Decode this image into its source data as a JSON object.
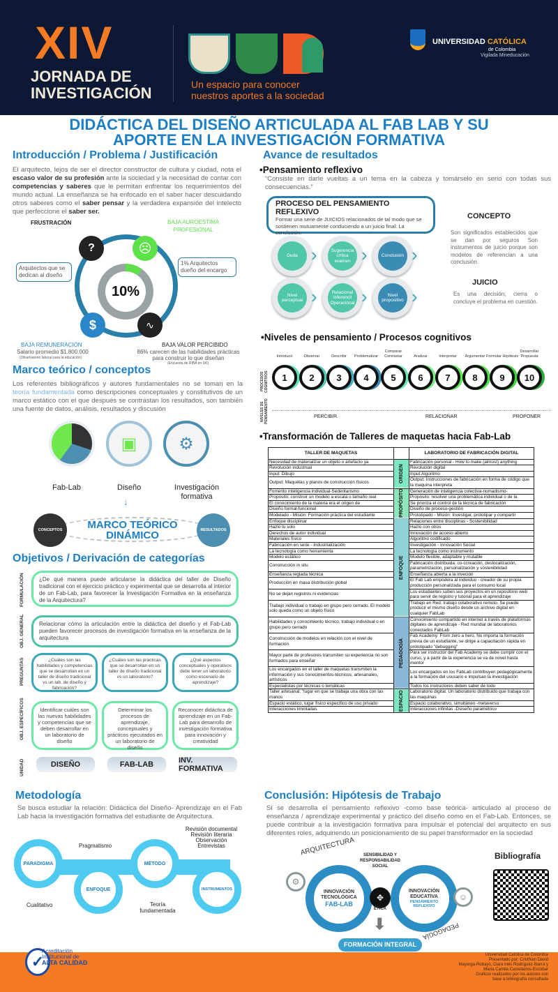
{
  "header": {
    "edition": "XIV",
    "event": "JORNADA DE INVESTIGACIÓN",
    "event_line1": "JORNADA DE",
    "event_line2": "INVESTIGACIÓN",
    "tagline_1": "Un espacio para conocer",
    "tagline_2": "nuestros aportes a la sociedad",
    "university_1": "UNIVERSIDAD",
    "university_2": "CATÓLICA",
    "university_3": "de Colombia",
    "vigilada": "Vigilada Mineducación"
  },
  "title": {
    "line1": "DIDÁCTICA DEL DISEÑO ARTICULADA AL FAB LAB Y SU",
    "line2": "APORTE EN LA INVESTIGACIÓN FORMATIVA"
  },
  "intro": {
    "heading": "Introducción / Problema / Justificación",
    "t1": "El arquitecto, lejos de ser el director constructor de cultura y ciudad, nota el ",
    "b1": "escaso valor de su profesión",
    "t2": " ante la sociedad y la necesidad de contar con ",
    "b2": "competencias y saberes",
    "t3": " que le permitan enfrentar los requerimientos del mundo actual. La enseñanza se ha enfocado  en el saber hacer descuidando otros saberes como el ",
    "b3": "saber pensar",
    "t4": " y la verdadera expansión del intelecto que perfeccione el ",
    "b4": "saber ser.",
    "frustracion": "FRUSTRACIÓN",
    "autoestima_1": "BAJA AUROESTIMA",
    "autoestima_2": "PROFESIONAL",
    "center_value": "10%",
    "center_fraction": 0.1,
    "left_callout": "Arquitectos que se dedican al diseño",
    "right_callout": "1% Arquitectos dueño del encargo",
    "remuneracion": "BAJA REMUNERACIÓN",
    "salario": "Salario promedio $1.800.000",
    "salario_src": "(Observatorio laboral para la educación)",
    "valor": "BAJA VALOR PERCIBIDO",
    "valor_desc": "86% carecen de las habilidades prácticas para construir lo que diseñan",
    "valor_src": "(Encuesta de RIBA en UK)"
  },
  "marco": {
    "heading": "Marco teórico / conceptos",
    "t1": "Los referentes bibliográficos y autores fundamentales no se toman en la ",
    "link": "teoría fundamentada",
    "t2": " como descripciones conceptuales y constitutivos de un marco estático con el que después se contrastan los resultados, son también una fuente de datos, análisis, resultados y discusión",
    "fablab": "Fab-Lab",
    "diseno": "Diseño",
    "investigacion": "Investigación formativa",
    "conceptos": "CONCEPTOS",
    "resultados": "RESULTADOS",
    "dinamico_1": "MARCO TEÓRICO",
    "dinamico_2": "DINÁMICO"
  },
  "objetivos": {
    "heading": "Objetivos / Derivación de categorías",
    "labels": {
      "formulacion": "FORMULACIÓN",
      "general": "OBJ. GENERAL",
      "preguntas": "PREGUNTAS",
      "especificos": "OBJ. ESPECÍFICOS",
      "unidad": "UNIDAD"
    },
    "formulacion": "¿De qué manera puede articularse la didáctica del taller de Diseño tradicional con el ejercicio práctico y experimental que se desarrolla al interior de un Fab-Lab, para favorecer la Investigación Formativa en la enseñanza de la Arquitectura?",
    "general": "Relacionar cómo la articulación entre la didáctica del diseño y el Fab-Lab pueden favorecer procesos de investigación formativa en la enseñanza de la arquitectura",
    "preguntas": [
      "¿Cuáles son las habilidades y competencias que se desarrollan en un taller de diseño tradicional vs un lab. de diseño y fabricación?",
      "¿Cuáles son las prácticas que se desarrollan en un taller de diseño tradicional vs un laboratorio?",
      "¿Qué aspectos conceptuales y operativos debe tener un laboratorio como escenario de aprendizaje?"
    ],
    "especificos": [
      "Identificar cuáles son las nuevas habilidades y competencias que se deben desarrollar en un laboratorio de diseño",
      "Determinar los procesos de aprendizaje, conceptuales y prácticos ejecutados en un laboratorio de diseño",
      "Reconocer didáctica de aprendizaje en un Fab-Lab para desarrollo de  investigación formativa para innovación y creatividad"
    ],
    "unidades": [
      "DISEÑO",
      "FAB-LAB",
      "INV. FORMATIVA"
    ]
  },
  "metodologia": {
    "heading": "Metodología",
    "text": "Se busca estudiar la relación: Didáctica del Diseño- Aprendizaje en el Fab Lab hacia la investigación formativa del estudiante de Arquitectura.",
    "paradigma": "PARADIGMA",
    "enfoque": "ENFOQUE",
    "metodo": "MÉTODO",
    "instrumentos": "INSTRUMENTOS",
    "cualitativo": "Cualitativo",
    "pragmatismo": "Pragmatismo",
    "teoria": "Teoría fundamentada",
    "inst_list": "Revisión documental\nRevisión literaria\nObservación\nEntrevistas"
  },
  "avance": {
    "heading": "Avance de resultados",
    "pr_title": "Pensamiento reflexivo",
    "quote": "“Consiste en darle vueltas a un tema en la cabeza y tomárselo en serio con todas sus consecuencias.”",
    "proc_title": "PROCESO DEL PENSAMIENTO REFLEXIVO",
    "proc_text": "Formar una serie de JUICIOS relacionados de tal modo que se sostienen mutuamente conduciendo a un juicio final:  La conclusión.",
    "row1": [
      "Duda",
      "Sugerencia crítica examen",
      "Conclusión"
    ],
    "row2": [
      "Nivel perceptual",
      "Relacional Inferencil Operacional",
      "Nivel propositivo"
    ],
    "concepto": "CONCEPTO",
    "concepto_text": "Son significados establecidos que se dan por seguros Son instrumentos de juicio porque son modelos de referencian a una conclusión.",
    "juicio": "JUICIO",
    "juicio_text": "Es una decisión; cierra o concluye el problema en cuestión."
  },
  "niveles": {
    "heading": "Niveles de pensamiento / Procesos cognitivos",
    "procesos_label": "PROCESOS COGNITIVOS",
    "niveles_label": "NIVELES DE PENSAMIENTO",
    "steps": [
      {
        "n": "1",
        "label": "Introducir",
        "color": "#5fe0b5"
      },
      {
        "n": "2",
        "label": "Observar",
        "color": "#56c7b0"
      },
      {
        "n": "3",
        "label": "Describir",
        "color": "#4aaec4"
      },
      {
        "n": "4",
        "label": "Problematizar",
        "color": "#3a8cb5"
      },
      {
        "n": "5",
        "label": "Comparar Contrastar",
        "color": "#6ee8b0"
      },
      {
        "n": "6",
        "label": "Analizar",
        "color": "#7ce88a"
      },
      {
        "n": "7",
        "label": "Interpretar",
        "color": "#62e85a"
      },
      {
        "n": "8",
        "label": "Argumentar",
        "color": "#50e04a"
      },
      {
        "n": "9",
        "label": "Formular Hipótesis",
        "color": "#3fd43c"
      },
      {
        "n": "10",
        "label": "Desarrollar Propuesta",
        "color": "#2fa83a"
      }
    ],
    "levels": [
      "PERCIBIR",
      "RELACIONAR",
      "PROPONER"
    ]
  },
  "transform": {
    "heading": "Transformación de Talleres de maquetas hacia Fab-Lab",
    "col_left": "TALLER DE MAQUETAS",
    "col_right": "LABORATORIO DE FABRICACIÓN DIGITAL",
    "sections": [
      {
        "category": "ORIGEN",
        "color": "#7fe8c2",
        "rows": [
          [
            "Necesidad de materializar un objeto o artefacto ya",
            "Fabricación personal - How to make (almost) anything"
          ],
          [
            "Revolución industrual",
            "Revolución digital"
          ],
          [
            "Input: Dibujo",
            "Input:Algoritmo"
          ],
          [
            "Output: Maquetas y planos de construcción físicos",
            "Output: Instrucciones de fabricación en forma de código que la maquina interpreta"
          ]
        ]
      },
      {
        "category": "PROPÓSITO",
        "color": "#8de6bd",
        "rows": [
          [
            "Fomento inteligencia individual-Sedentarismo",
            "Generación de inteligencia colectiva-nomadismo-"
          ],
          [
            "Propósito: construir un modelo a escala o tamaño real",
            "Propósito: resolver una problemática individual o de la"
          ],
          [
            "El conocimiento de la materia era el origen de",
            "Se prioriza el control de la técnica de fabricación"
          ],
          [
            "Diseño formal-funcional",
            "Diseño de proceso-gestión"
          ],
          [
            "Modelado - Misión: Formación práctica del estudiante",
            "Prototipado - Misión: Investigar, prototipar y compartir"
          ]
        ]
      },
      {
        "category": "ENFOQUE",
        "color": "#8fd3d9",
        "rows": [
          [
            "Enfoque disciplinar",
            "Relaciones entre disciplinas - Sostenibilidad"
          ],
          [
            "Hazlo tu solo",
            "Hazlo con otros"
          ],
          [
            "Derechos de autor individual",
            "Innovación de acceso abierto"
          ],
          [
            "Materiales físico",
            "Algoritmo codificado"
          ],
          [
            "Fabricación en serie - Industrialización",
            "Investigación - Innovación Social"
          ],
          [
            "La tecnología como herramienta",
            "La tecnología como instrumento"
          ],
          [
            "Modelo estático",
            "Modelo flexible, adaptable y mutable"
          ],
          [
            "Construcción in situ",
            "Fabricación distribuida: co-ccreación, deslocalización, parametrización, personalización y sostenibilidad"
          ],
          [
            "Enseñanza reglada técnica",
            "Enseñanza abierta a la inveción"
          ],
          [
            "Producción en masa distribución global",
            "El Fab Lab empodera al individuo - creador de su propia producción personalizada para el consumo local"
          ],
          [
            "No se dejan registros ni evidencias",
            "Los estudiantes suben sus proyectos en un repositorio web para servir de registro y tutorial para el aprendizaje"
          ],
          [
            "Trabajo individual o trabajo en grupo pero cerrado. El modelo solo queda como un objeto físico",
            "Trabajo en Red: trabajo colaborativo remoto. Se puede producir el mismo diseño desde un archivo digital en cualquier FabLab"
          ]
        ]
      },
      {
        "category": "PEDAGOGÍA",
        "color": "#8ab8d6",
        "rows": [
          [
            "Habilidades y conocimiento técnico, trabajo individual o en grupo pero cerrado",
            "Conocimiento compartido en internet a través de plataformas digitales de aprendizaje - Red mundial de laboratorios conectados FabLab"
          ],
          [
            "Construcción de modelos en relación con el nivel de formación",
            "Fab Academy: From zero a hero. No importa la formación previa de un estudiante, se dirige a capacitación rápida en prototipado \"debugging\""
          ],
          [
            "Mayor parte de profesores transmiten su experiencia no son formados para enseñar",
            "Para ser instructor del Fab Academy se debe cumplir con el curso, y a partir de la experiencia se va de novel hasta mentor"
          ],
          [
            "Los encargados en el taller de maquetas transmiten la información y sus conocimientos-técnicos, artesanales, artísticos",
            "Los encargados en los FabLab contribuyen pedagógicamente a la formación del ususario e impulsan la investigación"
          ],
          [
            "Especialistas por técnicas o temáticas",
            "Todos los instructores deben saber de todo"
          ]
        ]
      },
      {
        "category": "ESPACIO",
        "color": "#7fe8c2",
        "rows": [
          [
            "Taller artesanal: \"lugar en que se trabaja una obra con las manos",
            "Laboratorio digital. Un laboratorio distribuido que trabaja con las maquinas"
          ],
          [
            "Espacio estático, lugar físico específico de uso privado",
            "Espacio colaborativo, simultáneo -metaverso"
          ],
          [
            "Interacciones limintadas",
            "Interacciones infinitas -Dsiseño paramétrico"
          ]
        ]
      }
    ]
  },
  "conclusion": {
    "heading": "Conclusión: Hipótesis de Trabajo",
    "text": "Si se desarrolla el pensamiento reflexivo -como base teórica-  articulado al proceso de enseñanza / aprendizaje experimental y práctico  del diseño como en el Fab-Lab. Entonces, se puede contribuir  a la investigación formativa para impulsar el potencial del arquitecto en sus diferentes roles, adquiriendo un posicionamiento de su papel transformador en la sociedad",
    "arquitectura": "ARQUITECTURA",
    "pedagogia": "PEDAGOGÍA",
    "sensibilidad": "SENSIBILIDAD Y RESPONSABILIDAD SOCIAL",
    "etica": "ÉTICA",
    "inn_tec_1": "INNOVACIÓN TECNOLÓGICA",
    "inn_tec_2": "FAB-LAB",
    "inn_edu_1": "INNOVACIÓN EDUCATIVA",
    "inn_edu_2": "PENSAMIENTO REFLEXIVO",
    "formacion": "FORMACIÓN INTEGRAL",
    "bibliografia": "Bibliografía"
  },
  "footer": {
    "acred_1": "Acreditación",
    "acred_2": "Institucional de",
    "acred_3": "ALTA CALIDAD",
    "credits": [
      "Universidad Católica de Colombia",
      "Presentado por: Cristhian David",
      "Mayorga-Robayo, Clara Inés Rodríguez-Ibarra y",
      "María Camila Castellanos-Escobar",
      "Graficos realizados por los autores con",
      "base a bibliografía consultada"
    ]
  },
  "colors": {
    "navy": "#0d1834",
    "orange": "#f47a23",
    "blue": "#1c7fc6",
    "green": "#6ee8a6"
  }
}
